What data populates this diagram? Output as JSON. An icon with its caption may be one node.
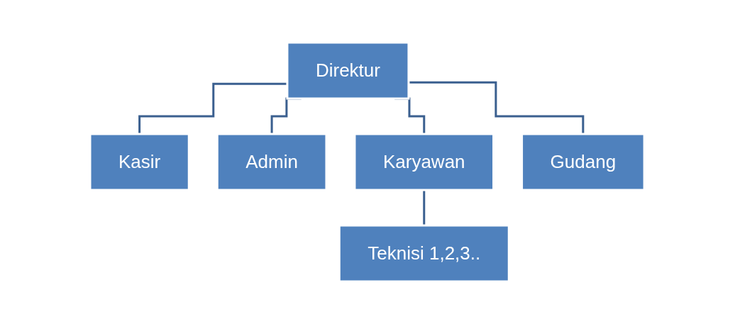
{
  "diagram": {
    "nodes": [
      {
        "text": [
          "Direktur"
        ]
      },
      {
        "text": [
          "Kasir"
        ]
      },
      {
        "text": [
          "Admin"
        ]
      },
      {
        "text": [
          "Karyawan"
        ]
      },
      {
        "text": [
          "Gudang"
        ]
      },
      {
        "text": [
          "Teknisi 1,2,3.."
        ]
      }
    ],
    "edges": [
      {
        "from": 0,
        "to": 1,
        "arrow": "none"
      },
      {
        "from": 0,
        "to": 2,
        "arrow": "none"
      },
      {
        "from": 0,
        "to": 3,
        "arrow": "none"
      },
      {
        "from": 0,
        "to": 4,
        "arrow": "none"
      },
      {
        "from": 3,
        "to": 5,
        "arrow": "none"
      }
    ]
  }
}
